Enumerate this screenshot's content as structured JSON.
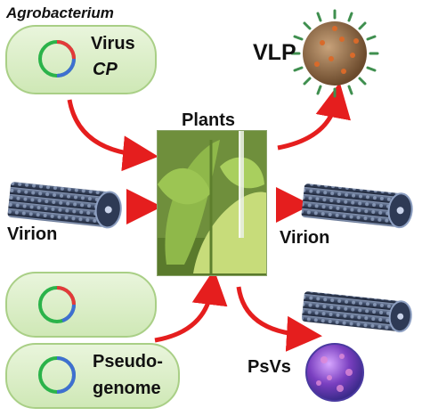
{
  "labels": {
    "agrobacterium": "Agrobacterium",
    "virus": "Virus",
    "cp": "CP",
    "vlp": "VLP",
    "plants": "Plants",
    "virion_left": "Virion",
    "virion_right": "Virion",
    "pseudo": "Pseudo-",
    "genome": "genome",
    "psvs": "PsVs"
  },
  "colors": {
    "arrow": "#e51e1e",
    "cell_fill": "#d7ecc3",
    "cell_border": "#a9cf86",
    "plasmid_green": "#2bb34a",
    "plasmid_blue": "#3f6fd1",
    "plasmid_red": "#e33a3a",
    "virion_body": "#5a6b8c",
    "vlp_core": "#7a5a3a",
    "vlp_spikes": "#3f8f4f",
    "psv": "#6a3fb0"
  }
}
